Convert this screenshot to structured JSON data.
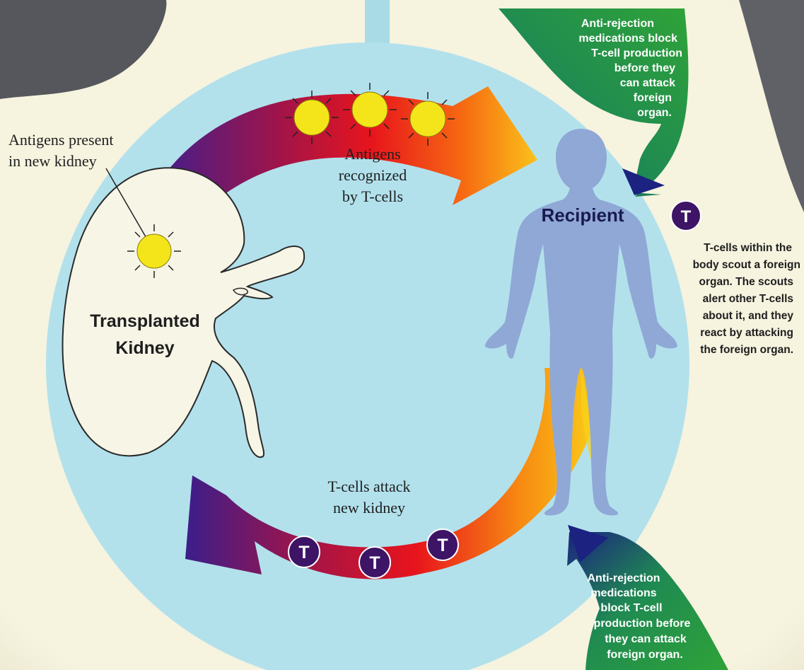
{
  "labels": {
    "antigens_present": [
      "Antigens present",
      "in new kidney"
    ],
    "antigens_recognized": [
      "Antigens",
      "recognized",
      "by T-cells"
    ],
    "transplanted_kidney": [
      "Transplanted",
      "Kidney"
    ],
    "recipient": "Recipient",
    "tcells_attack": [
      "T-cells attack",
      "new kidney"
    ],
    "tcell_marker": "T"
  },
  "callouts": {
    "top_medication": [
      "Anti-rejection",
      "medications block",
      "T-cell production",
      "before they",
      "can attack",
      "foreign",
      "organ."
    ],
    "bottom_medication": [
      "Anti-rejection",
      "medications",
      "block T-cell",
      "production before",
      "they can attack",
      "foreign organ."
    ],
    "tcell_description": [
      "T-cells within the",
      "body scout a foreign",
      "organ. The scouts",
      "alert other T-cells",
      "about it, and they",
      "react by attacking",
      "the foreign organ."
    ]
  },
  "colors": {
    "background_dark": "#55575c",
    "paper": "#f6f3df",
    "circle": "#b2e1ec",
    "body": "#8fa8d6",
    "antigen": "#f4e51a",
    "tcell": "#3d1466",
    "green": "#2fa338",
    "navy": "#1b2280"
  }
}
